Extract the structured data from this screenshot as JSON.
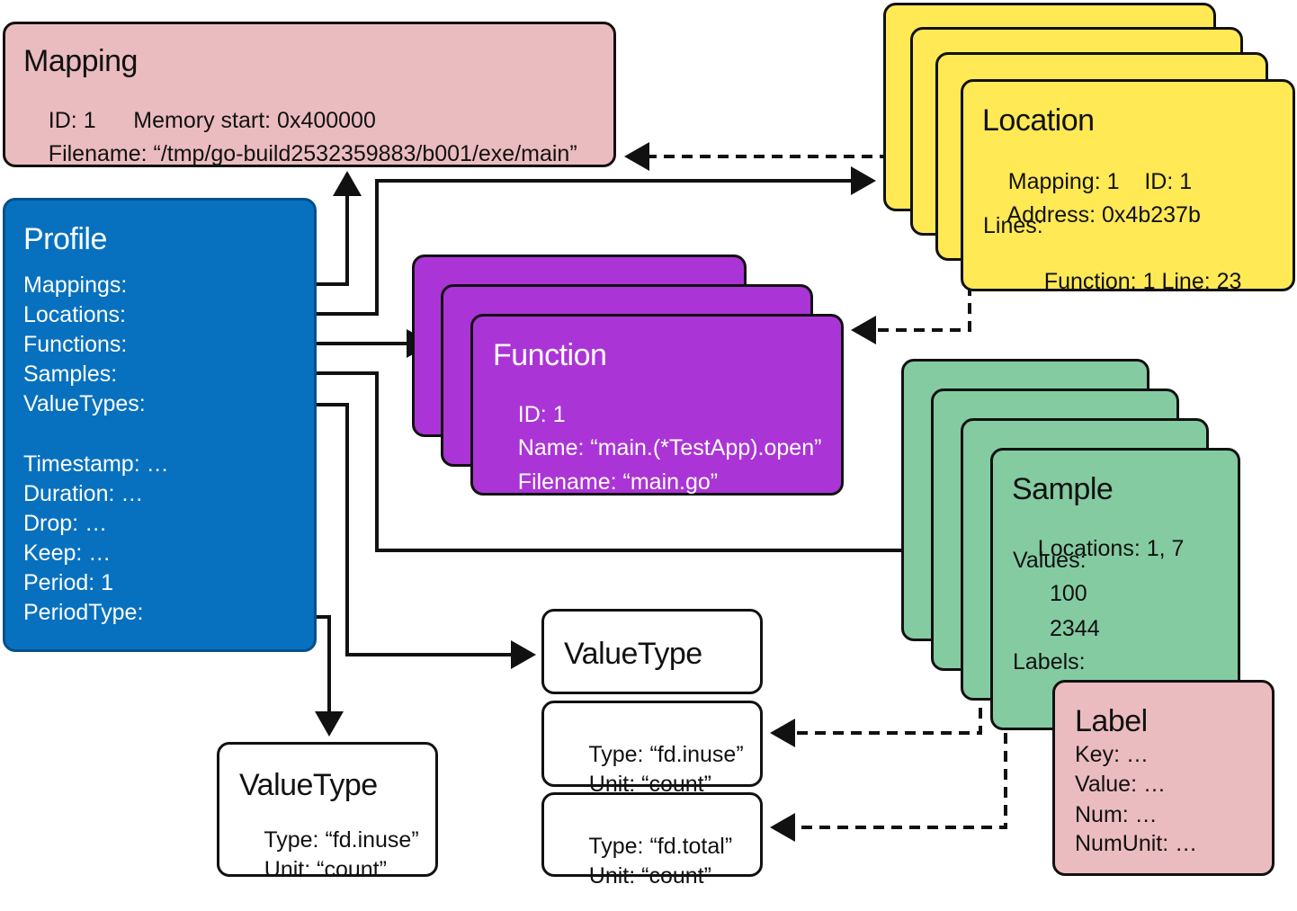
{
  "colors": {
    "mapping": "#ebbcbf",
    "profile": "#0771bf",
    "location": "#ffe955",
    "function": "#ab34d6",
    "sample": "#84cba2",
    "label": "#ebbcbf",
    "valuetype": "#ffffff",
    "stroke": "#111111"
  },
  "mapping": {
    "title": "Mapping",
    "id_key": "ID:",
    "id_val": " 1",
    "mem_key": "Memory start:",
    "mem_val": " 0x400000",
    "file_key": "Filename:",
    "file_val": " “/tmp/go-build2532359883/b001/exe/main”"
  },
  "profile": {
    "title": "Profile",
    "fields": [
      "Mappings:",
      "Locations:",
      "Functions:",
      "Samples:",
      "ValueTypes:",
      "Timestamp: …",
      "Duration: …",
      "Drop: …",
      "Keep: …",
      "Period: 1",
      "PeriodType:"
    ]
  },
  "location": {
    "title": "Location",
    "mapping_key": "Mapping:",
    "mapping_val": " 1",
    "id_key": "ID:",
    "id_val": " 1",
    "address_key": "Address:",
    "address_val": " 0x4b237b",
    "lines_key": "Lines:",
    "function_key": "Function:",
    "function_val": " 1",
    "line_key": "Line:",
    "line_val": " 23"
  },
  "function": {
    "title": "Function",
    "id_key": "ID:",
    "id_val": " 1",
    "name_key": "Name:",
    "name_val": " “main.(*TestApp).open”",
    "file_key": "Filename:",
    "file_val": " “main.go”"
  },
  "sample": {
    "title": "Sample",
    "locations_key": "Locations:",
    "locations_val": " 1, 7",
    "values_key": "Values:",
    "value_1": "100",
    "value_2": "2344",
    "labels_key": "Labels:"
  },
  "label": {
    "title": "Label",
    "fields": [
      "Key: …",
      "Value: …",
      "Num: …",
      "NumUnit: …"
    ]
  },
  "valuetype_center": {
    "title": "ValueType",
    "entry1_type_key": "Type:",
    "entry1_type_val": " “fd.inuse”",
    "entry1_unit_key": "Unit:",
    "entry1_unit_val": " “count”",
    "entry2_type_key": "Type:",
    "entry2_type_val": " “fd.total”",
    "entry2_unit_key": "Unit:",
    "entry2_unit_val": " “count”"
  },
  "valuetype_bottom": {
    "title": "ValueType",
    "type_key": "Type:",
    "type_val": " “fd.inuse”",
    "unit_key": "Unit:",
    "unit_val": " “count”"
  }
}
